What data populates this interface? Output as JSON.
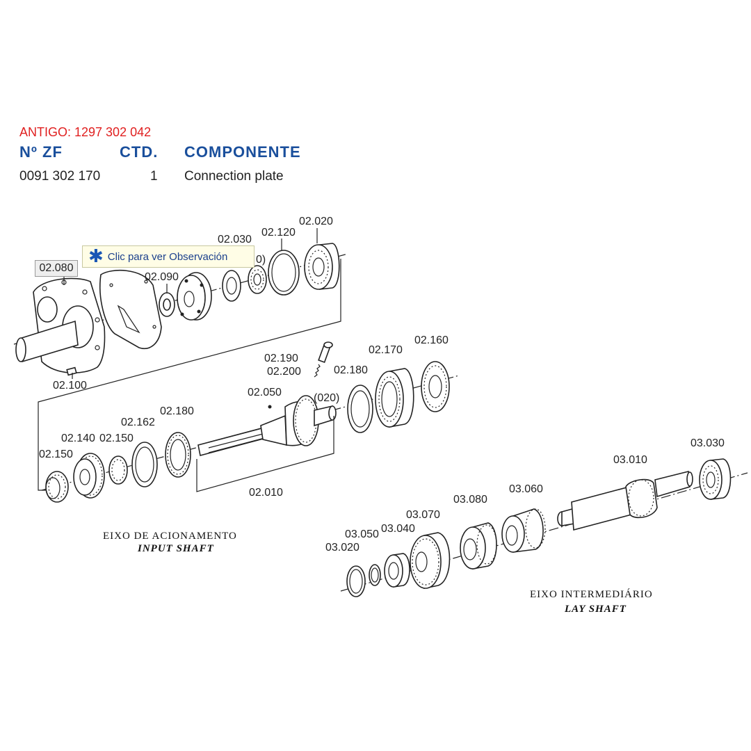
{
  "header": {
    "antigo": "ANTIGO: 1297 302 042",
    "col_zf": "Nº ZF",
    "col_qty": "CTD.",
    "col_component": "COMPONENTE"
  },
  "row": {
    "zf": "0091 302 170",
    "qty": "1",
    "component": "Connection plate"
  },
  "tooltip": {
    "icon": "asterisk-icon",
    "text": "Clic para ver Observación"
  },
  "highlight_label": "02.080",
  "callouts": {
    "c02030": "02.030",
    "c02120": "02.120",
    "c02020": "02.020",
    "c02090": "02.090",
    "c0_fragment": "0)",
    "c02100": "02.100",
    "c02190": "02.190",
    "c02200": "02.200",
    "c02180a": "02.180",
    "c02170": "02.170",
    "c02160": "02.160",
    "c02050": "02.050",
    "c020": "(020)",
    "c02162": "02.162",
    "c02180b": "02.180",
    "c02140": "02.140",
    "c02150a": "02.150",
    "c02150b": "02.150",
    "c02010": "02.010",
    "c03030": "03.030",
    "c03010": "03.010",
    "c03060": "03.060",
    "c03080": "03.080",
    "c03070": "03.070",
    "c03050": "03.050",
    "c03040": "03.040",
    "c03020": "03.020"
  },
  "captions": {
    "input_pt": "EIXO DE ACIONAMENTO",
    "input_en": "INPUT SHAFT",
    "lay_pt": "EIXO INTERMEDIÁRIO",
    "lay_en": "LAY SHAFT"
  }
}
